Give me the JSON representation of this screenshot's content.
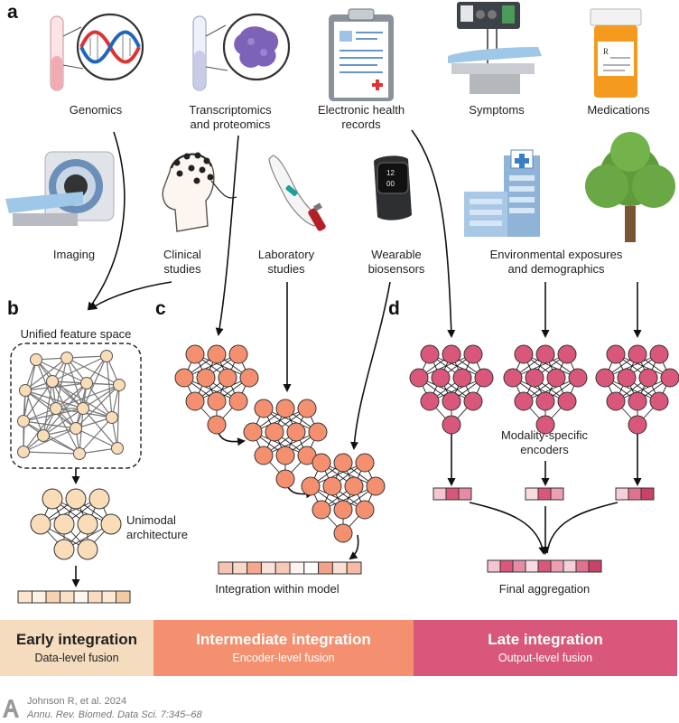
{
  "panels": {
    "a": "a",
    "b": "b",
    "c": "c",
    "d": "d"
  },
  "sources": {
    "genomics": "Genomics",
    "transcriptomics_1": "Transcriptomics",
    "transcriptomics_2": "and proteomics",
    "ehr_1": "Electronic health",
    "ehr_2": "records",
    "symptoms": "Symptoms",
    "medications": "Medications",
    "imaging": "Imaging",
    "clinical_1": "Clinical",
    "clinical_2": "studies",
    "lab_1": "Laboratory",
    "lab_2": "studies",
    "wearable_1": "Wearable",
    "wearable_2": "biosensors",
    "env_1": "Environmental exposures",
    "env_2": "and demographics"
  },
  "labels": {
    "unified": "Unified feature space",
    "unimodal_1": "Unimodal",
    "unimodal_2": "architecture",
    "integration_within": "Integration within model",
    "modality_1": "Modality-specific",
    "modality_2": "encoders",
    "final": "Final aggregation"
  },
  "bands": {
    "early_title": "Early integration",
    "early_sub": "Data-level fusion",
    "inter_title": "Intermediate integration",
    "inter_sub": "Encoder-level fusion",
    "late_title": "Late integration",
    "late_sub": "Output-level fusion"
  },
  "citation": {
    "line1": "Johnson R, et al. 2024",
    "line2": "Annu. Rev. Biomed. Data Sci. 7:345–68"
  },
  "colors": {
    "early": "#f6dcbf",
    "intermediate": "#f4906f",
    "late": "#d9577a",
    "early_node": "#f9dcb8",
    "inter_node": "#f4906f",
    "late_node": "#d9577a"
  }
}
